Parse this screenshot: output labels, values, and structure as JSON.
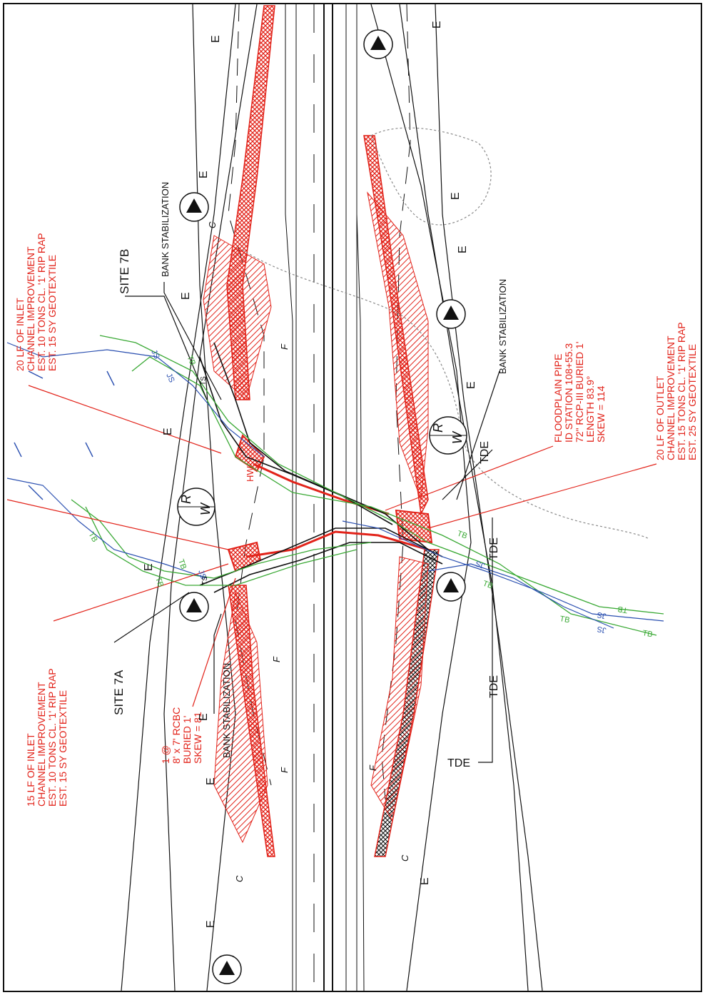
{
  "sheet": {
    "colors": {
      "red": "#e2231a",
      "black": "#111111",
      "green": "#3aa935",
      "blue": "#2a4fb0",
      "gray": "#8a8a8a"
    }
  },
  "sites": {
    "site_7a": "SITE 7A",
    "site_7b": "SITE 7B"
  },
  "labels": {
    "bank_stabilization": "BANK STABILIZATION",
    "tde": "TDE",
    "rw_r": "R",
    "rw_w": "W",
    "hw": "HW",
    "e": "E",
    "f": "F",
    "c": "C",
    "tb": "TB",
    "js": "JS",
    "ts": "TS"
  },
  "notes": {
    "inlet_20": [
      "20 LF OF INLET",
      "CHANNEL IMPROVEMENT",
      "EST. 10 TONS CL. '1' RIP RAP",
      "EST. 15 SY GEOTEXTILE"
    ],
    "inlet_15": [
      "15 LF OF INLET",
      "CHANNEL IMPROVEMENT",
      "EST. 10 TONS CL. '1' RIP RAP",
      "EST. 15 SY GEOTEXTILE"
    ],
    "floodplain_pipe": [
      "FLOODPLAIN PIPE",
      "ID STATION 108+55.3",
      "72\" RCP-III BURIED 1'",
      "LENGTH 83.9°",
      "SKEW = 114"
    ],
    "outlet_20": [
      "20 LF OF OUTLET",
      "CHANNEL IMPROVEMENT",
      "EST. 15 TONS CL. '1' RIP RAP",
      "EST. 25 SY GEOTEXTILE"
    ],
    "rcbc": [
      "1 @",
      "8' x 7' RCBC",
      "BURIED 1'",
      "SKEW = 81"
    ]
  }
}
